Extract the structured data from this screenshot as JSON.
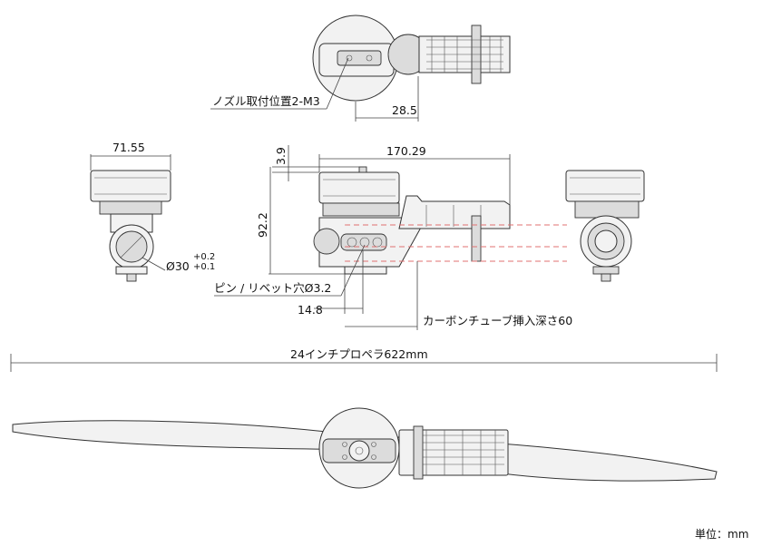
{
  "labels": {
    "nozzle_mount": "ノズル取付位置2-M3",
    "dim_28_5": "28.5",
    "dim_71_55": "71.55",
    "dim_170_29": "170.29",
    "dim_3_9": "3.9",
    "dim_92_2": "92.2",
    "dia30": "Ø30",
    "tol_plus": "+0.2",
    "tol_minus": "+0.1",
    "pin_rivet": "ピン / リベット穴Ø3.2",
    "dim_14_8": "14.8",
    "carbon_tube": "カーボンチューブ挿入深さ60",
    "propeller": "24インチプロペラ622mm",
    "unit": "単位：mm"
  },
  "colors": {
    "line": "#333333",
    "accent_dash": "#e07070"
  }
}
